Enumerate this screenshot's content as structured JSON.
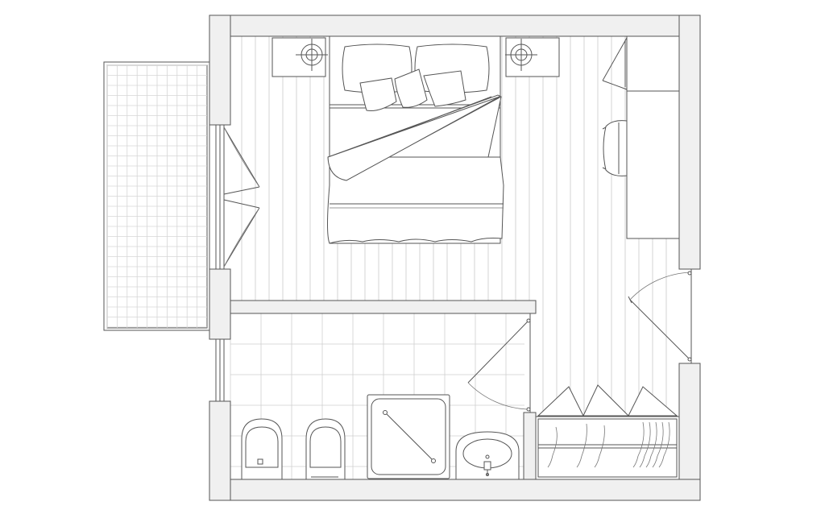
{
  "drawing": {
    "kind": "apartment floor plan",
    "rooms": [
      "bedroom",
      "bathroom",
      "balcony",
      "closet"
    ],
    "furniture_icons": [
      "double-bed-icon",
      "pillow-icon",
      "nightstand-icon",
      "lamp-icon",
      "desk-icon",
      "chair-icon",
      "wardrobe-icon",
      "hanger-icon",
      "toilet-icon",
      "bidet-icon",
      "shower-tray-icon",
      "washbasin-icon"
    ],
    "door_icons": [
      "entrance-door-icon",
      "bathroom-door-icon",
      "balcony-double-door-icon",
      "bathroom-window-icon",
      "closet-door-icon"
    ],
    "colors": {
      "wall_fill": "#f0f0f0",
      "line": "#555555",
      "floor_grain": "#c9c9c9",
      "tile_grid": "#cfcfcf",
      "background": "#ffffff"
    }
  }
}
